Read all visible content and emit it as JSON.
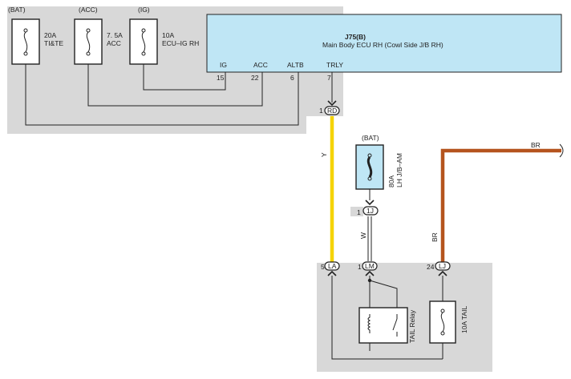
{
  "colors": {
    "ecu_fill": "#bfe6f5",
    "jb_gray": "#d8d8d8",
    "wire_y": "#f5d300",
    "wire_br": "#b5541e",
    "fuse_blue": "#bfe6f5"
  },
  "fuses_top": [
    {
      "source": "(BAT)",
      "rating": "20A",
      "name": "TI&TE"
    },
    {
      "source": "(ACC)",
      "rating": "7. 5A",
      "name": "ACC"
    },
    {
      "source": "(IG)",
      "rating": "10A",
      "name": "ECU–IG RH"
    }
  ],
  "ecu": {
    "code": "J75(B)",
    "name": "Main Body ECU RH (Cowl Side J/B RH)",
    "terminals": [
      "IG",
      "ACC",
      "ALTB",
      "TRLY"
    ],
    "pins": [
      "15",
      "22",
      "6",
      "7"
    ]
  },
  "connectors": {
    "rd": {
      "pin": "1",
      "code": "RD"
    },
    "oneJ": {
      "pin": "1",
      "code": "1J"
    },
    "la": {
      "pin": "5",
      "code": "LA"
    },
    "lm": {
      "pin": "1",
      "code": "LM"
    },
    "lj": {
      "pin": "24",
      "code": "LJ"
    }
  },
  "fuse_80a": {
    "source": "(BAT)",
    "rating": "80A",
    "name": "LH J/B–AM"
  },
  "wires": {
    "y": "Y",
    "w": "W",
    "br_label_top": "BR",
    "br_label_vertical": "BR"
  },
  "relay": {
    "name": "TAIL Relay"
  },
  "fuse_tail": {
    "label": "10A TAIL"
  }
}
